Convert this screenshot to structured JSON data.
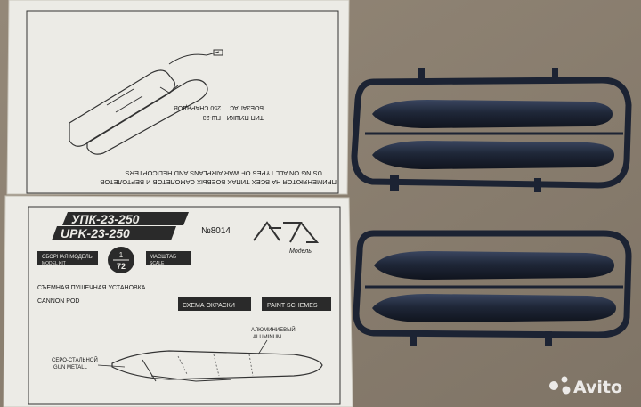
{
  "sheet_top": {
    "line1": "ПРИМЕНЯЮТСЯ НА ВСЕХ ТИПАХ БОЕВЫХ САМОЛЕТОВ И ВЕРТОЛЕТОВ",
    "line2": "USING ON ALL TYPES OF WAR AIRPLANS AND HELICOPTERS",
    "gun_type_label": "ТИП ПУШКИ",
    "gun_type_value": "ГШ-23",
    "ammo_label": "БОЕЗАПАС",
    "ammo_value": "250 СНАРЯДОВ"
  },
  "sheet_bottom": {
    "title_ru": "УПК-23-250",
    "title_en": "UPK-23-250",
    "kit_number": "№8014",
    "brand_caption": "Модель",
    "model_label_ru": "СБОРНАЯ МОДЕЛЬ",
    "model_label_en": "MODEL KIT",
    "scale_top": "1",
    "scale_bottom": "72",
    "scale_label_ru": "МАСШТАБ",
    "scale_label_en": "SCALE",
    "desc_ru": "СЪЕМНАЯ ПУШЕЧНАЯ УСТАНОВКА",
    "desc_en": "CANNON POD",
    "btn_schemes_ru": "СХЕМА ОКРАСКИ",
    "btn_schemes_en": "PAINT SCHEMES",
    "label_aluminium_ru": "АЛЮМИНИЕВЫЙ",
    "label_aluminium_en": "ALUMINUM",
    "label_gunmetal_ru": "СЕРО-СТАЛЬНОЙ",
    "label_gunmetal_en": "GUN METALL"
  },
  "watermark": "Avito",
  "colors": {
    "background": "#8a7e70",
    "paper": "#e9e7e1",
    "plastic": "#1c2333",
    "ink": "#1a1a1a"
  }
}
